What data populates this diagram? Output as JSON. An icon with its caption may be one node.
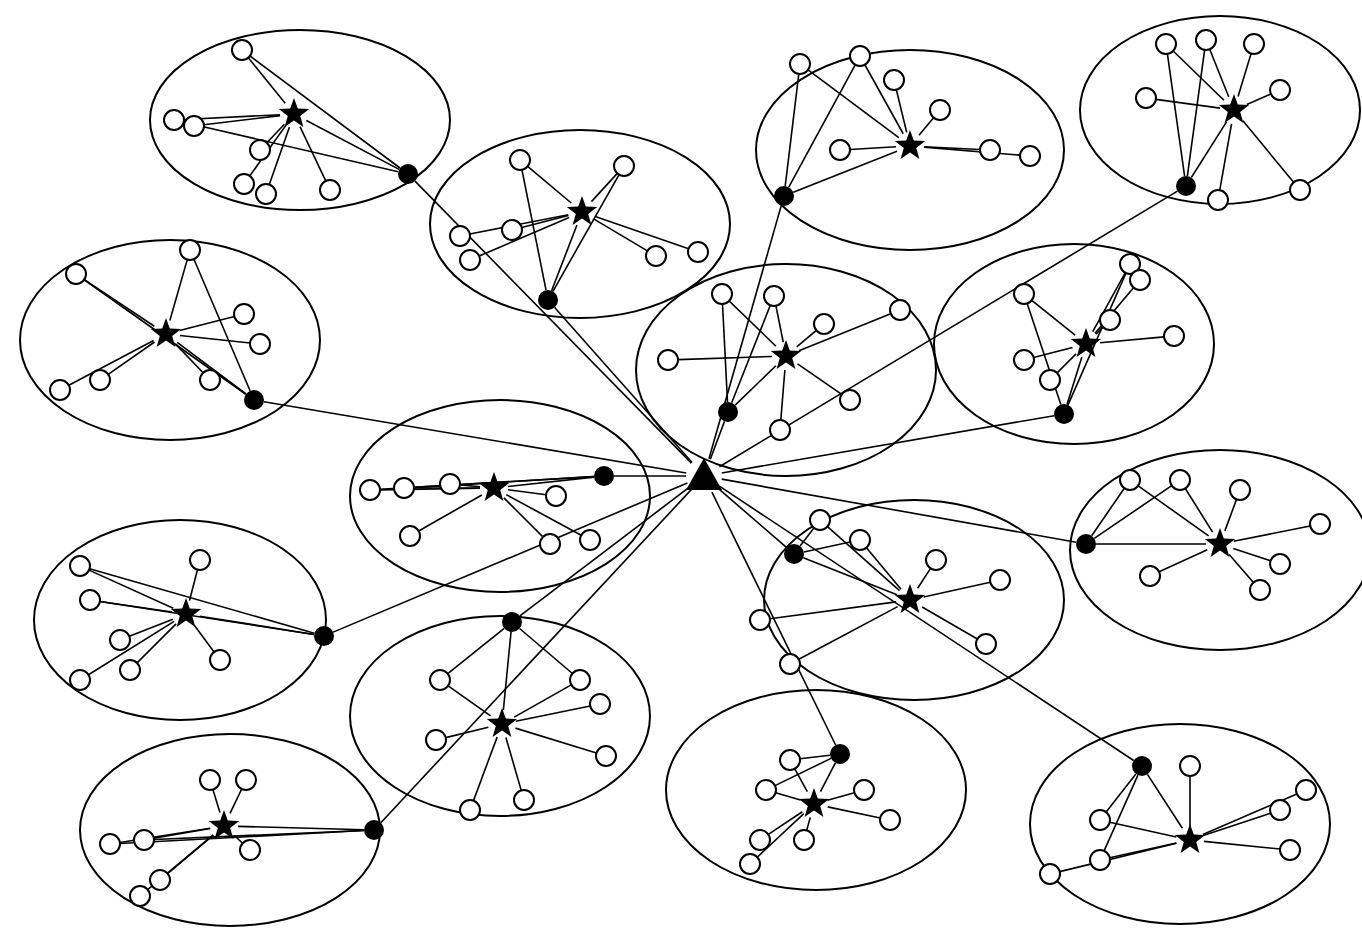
{
  "diagram": {
    "nodes": [
      {
        "text": [],
        "shape": "ellipse"
      },
      {
        "text": [],
        "shape": "star",
        "in": 0
      },
      {
        "text": [],
        "shape": "dot",
        "in": 0
      },
      {
        "text": [],
        "shape": "circle",
        "in": 0
      },
      {
        "text": [],
        "shape": "circle",
        "in": 0
      },
      {
        "text": [],
        "shape": "circle",
        "in": 0
      },
      {
        "text": [],
        "shape": "circle",
        "in": 0
      },
      {
        "text": [],
        "shape": "circle",
        "in": 0
      },
      {
        "text": [],
        "shape": "circle",
        "in": 0
      },
      {
        "text": [],
        "shape": "circle",
        "in": 0
      },
      {
        "text": [],
        "shape": "ellipse"
      },
      {
        "text": [],
        "shape": "star",
        "in": 10
      },
      {
        "text": [],
        "shape": "dot",
        "in": 10
      },
      {
        "text": [],
        "shape": "circle",
        "in": 10
      },
      {
        "text": [],
        "shape": "circle",
        "in": 10
      },
      {
        "text": [],
        "shape": "circle",
        "in": 10
      },
      {
        "text": [],
        "shape": "circle",
        "in": 10
      },
      {
        "text": [],
        "shape": "circle",
        "in": 10
      },
      {
        "text": [],
        "shape": "circle",
        "in": 10
      },
      {
        "text": [],
        "shape": "circle",
        "in": 10
      },
      {
        "text": [],
        "shape": "ellipse"
      },
      {
        "text": [],
        "shape": "star",
        "in": 20
      },
      {
        "text": [],
        "shape": "dot",
        "in": 20
      },
      {
        "text": [],
        "shape": "circle",
        "in": 20
      },
      {
        "text": [],
        "shape": "circle",
        "in": 20
      },
      {
        "text": [],
        "shape": "circle",
        "in": 20
      },
      {
        "text": [],
        "shape": "circle",
        "in": 20
      },
      {
        "text": [],
        "shape": "circle",
        "in": 20
      },
      {
        "text": [],
        "shape": "circle",
        "in": 20
      },
      {
        "text": [],
        "shape": "circle",
        "in": 20
      },
      {
        "text": [],
        "shape": "ellipse"
      },
      {
        "text": [],
        "shape": "star",
        "in": 30
      },
      {
        "text": [],
        "shape": "dot",
        "in": 30
      },
      {
        "text": [],
        "shape": "circle",
        "in": 30
      },
      {
        "text": [],
        "shape": "circle",
        "in": 30
      },
      {
        "text": [],
        "shape": "circle",
        "in": 30
      },
      {
        "text": [],
        "shape": "circle",
        "in": 30
      },
      {
        "text": [],
        "shape": "circle",
        "in": 30
      },
      {
        "text": [],
        "shape": "circle",
        "in": 30
      },
      {
        "text": [],
        "shape": "circle",
        "in": 30
      },
      {
        "text": [],
        "shape": "ellipse"
      },
      {
        "text": [],
        "shape": "star",
        "in": 40
      },
      {
        "text": [],
        "shape": "dot",
        "in": 40
      },
      {
        "text": [],
        "shape": "circle",
        "in": 40
      },
      {
        "text": [],
        "shape": "circle",
        "in": 40
      },
      {
        "text": [],
        "shape": "circle",
        "in": 40
      },
      {
        "text": [],
        "shape": "circle",
        "in": 40
      },
      {
        "text": [],
        "shape": "circle",
        "in": 40
      },
      {
        "text": [],
        "shape": "circle",
        "in": 40
      },
      {
        "text": [],
        "shape": "circle",
        "in": 40
      },
      {
        "text": [],
        "shape": "ellipse"
      },
      {
        "text": [],
        "shape": "star",
        "in": 50
      },
      {
        "text": [],
        "shape": "dot",
        "in": 50
      },
      {
        "text": [],
        "shape": "circle",
        "in": 50
      },
      {
        "text": [],
        "shape": "circle",
        "in": 50
      },
      {
        "text": [],
        "shape": "circle",
        "in": 50
      },
      {
        "text": [],
        "shape": "circle",
        "in": 50
      },
      {
        "text": [],
        "shape": "circle",
        "in": 50
      },
      {
        "text": [],
        "shape": "circle",
        "in": 50
      },
      {
        "text": [],
        "shape": "circle",
        "in": 50
      },
      {
        "text": [],
        "shape": "ellipse"
      },
      {
        "text": [],
        "shape": "star",
        "in": 60
      },
      {
        "text": [],
        "shape": "dot",
        "in": 60
      },
      {
        "text": [],
        "shape": "circle",
        "in": 60
      },
      {
        "text": [],
        "shape": "circle",
        "in": 60
      },
      {
        "text": [],
        "shape": "circle",
        "in": 60
      },
      {
        "text": [],
        "shape": "circle",
        "in": 60
      },
      {
        "text": [],
        "shape": "circle",
        "in": 60
      },
      {
        "text": [],
        "shape": "circle",
        "in": 60
      },
      {
        "text": [],
        "shape": "circle",
        "in": 60
      },
      {
        "text": [],
        "shape": "ellipse"
      },
      {
        "text": [],
        "shape": "star",
        "in": 70
      },
      {
        "text": [],
        "shape": "dot",
        "in": 70
      },
      {
        "text": [],
        "shape": "circle",
        "in": 70
      },
      {
        "text": [],
        "shape": "circle",
        "in": 70
      },
      {
        "text": [],
        "shape": "circle",
        "in": 70
      },
      {
        "text": [],
        "shape": "circle",
        "in": 70
      },
      {
        "text": [],
        "shape": "circle",
        "in": 70
      },
      {
        "text": [],
        "shape": "circle",
        "in": 70
      },
      {
        "text": [],
        "shape": "circle",
        "in": 70
      },
      {
        "text": [],
        "shape": "ellipse"
      },
      {
        "text": [],
        "shape": "star",
        "in": 80
      },
      {
        "text": [],
        "shape": "dot",
        "in": 80
      },
      {
        "text": [],
        "shape": "circle",
        "in": 80
      },
      {
        "text": [],
        "shape": "circle",
        "in": 80
      },
      {
        "text": [],
        "shape": "circle",
        "in": 80
      },
      {
        "text": [],
        "shape": "circle",
        "in": 80
      },
      {
        "text": [],
        "shape": "circle",
        "in": 80
      },
      {
        "text": [],
        "shape": "circle",
        "in": 80
      },
      {
        "text": [],
        "shape": "circle",
        "in": 80
      },
      {
        "text": [],
        "shape": "ellipse"
      },
      {
        "text": [],
        "shape": "star",
        "in": 90
      },
      {
        "text": [],
        "shape": "dot",
        "in": 90
      },
      {
        "text": [],
        "shape": "circle",
        "in": 90
      },
      {
        "text": [],
        "shape": "circle",
        "in": 90
      },
      {
        "text": [],
        "shape": "circle",
        "in": 90
      },
      {
        "text": [],
        "shape": "circle",
        "in": 90
      },
      {
        "text": [],
        "shape": "circle",
        "in": 90
      },
      {
        "text": [],
        "shape": "circle",
        "in": 90
      },
      {
        "text": [],
        "shape": "circle",
        "in": 90
      },
      {
        "text": [],
        "shape": "ellipse"
      },
      {
        "text": [],
        "shape": "star",
        "in": 100
      },
      {
        "text": [],
        "shape": "dot",
        "in": 100
      },
      {
        "text": [],
        "shape": "circle",
        "in": 100
      },
      {
        "text": [],
        "shape": "circle",
        "in": 100
      },
      {
        "text": [],
        "shape": "circle",
        "in": 100
      },
      {
        "text": [],
        "shape": "circle",
        "in": 100
      },
      {
        "text": [],
        "shape": "circle",
        "in": 100
      },
      {
        "text": [],
        "shape": "circle",
        "in": 100
      },
      {
        "text": [],
        "shape": "circle",
        "in": 100
      },
      {
        "text": [],
        "shape": "ellipse"
      },
      {
        "text": [],
        "shape": "star",
        "in": 110
      },
      {
        "text": [],
        "shape": "dot",
        "in": 110
      },
      {
        "text": [],
        "shape": "circle",
        "in": 110
      },
      {
        "text": [],
        "shape": "circle",
        "in": 110
      },
      {
        "text": [],
        "shape": "circle",
        "in": 110
      },
      {
        "text": [],
        "shape": "circle",
        "in": 110
      },
      {
        "text": [],
        "shape": "circle",
        "in": 110
      },
      {
        "text": [],
        "shape": "circle",
        "in": 110
      },
      {
        "text": [],
        "shape": "circle",
        "in": 110
      },
      {
        "text": [],
        "shape": "ellipse"
      },
      {
        "text": [],
        "shape": "star",
        "in": 120
      },
      {
        "text": [],
        "shape": "dot",
        "in": 120
      },
      {
        "text": [],
        "shape": "circle",
        "in": 120
      },
      {
        "text": [],
        "shape": "circle",
        "in": 120
      },
      {
        "text": [],
        "shape": "circle",
        "in": 120
      },
      {
        "text": [],
        "shape": "circle",
        "in": 120
      },
      {
        "text": [],
        "shape": "circle",
        "in": 120
      },
      {
        "text": [],
        "shape": "circle",
        "in": 120
      },
      {
        "text": [],
        "shape": "circle",
        "in": 120
      },
      {
        "text": [],
        "shape": "ellipse"
      },
      {
        "text": [],
        "shape": "star",
        "in": 130
      },
      {
        "text": [],
        "shape": "dot",
        "in": 130
      },
      {
        "text": [],
        "shape": "circle",
        "in": 130
      },
      {
        "text": [],
        "shape": "circle",
        "in": 130
      },
      {
        "text": [],
        "shape": "circle",
        "in": 130
      },
      {
        "text": [],
        "shape": "circle",
        "in": 130
      },
      {
        "text": [],
        "shape": "circle",
        "in": 130
      },
      {
        "text": [],
        "shape": "circle",
        "in": 130
      },
      {
        "text": [],
        "shape": "circle",
        "in": 130
      },
      {
        "text": [],
        "shape": "ellipse"
      },
      {
        "text": [],
        "shape": "star",
        "in": 140
      },
      {
        "text": [],
        "shape": "dot",
        "in": 140
      },
      {
        "text": [],
        "shape": "circle",
        "in": 140
      },
      {
        "text": [],
        "shape": "circle",
        "in": 140
      },
      {
        "text": [],
        "shape": "circle",
        "in": 140
      },
      {
        "text": [],
        "shape": "circle",
        "in": 140
      },
      {
        "text": [],
        "shape": "circle",
        "in": 140
      },
      {
        "text": [],
        "shape": "circle",
        "in": 140
      },
      {
        "text": [],
        "shape": "circle",
        "in": 140
      },
      {
        "text": [],
        "shape": "triangle"
      }
    ],
    "edges": [
      {
        "from": 2,
        "to": 1,
        "arrow": "none"
      },
      {
        "from": 1,
        "to": 3,
        "arrow": "none"
      },
      {
        "from": 1,
        "to": 4,
        "arrow": "none"
      },
      {
        "from": 1,
        "to": 5,
        "arrow": "none"
      },
      {
        "from": 1,
        "to": 6,
        "arrow": "none"
      },
      {
        "from": 1,
        "to": 7,
        "arrow": "none"
      },
      {
        "from": 1,
        "to": 8,
        "arrow": "none"
      },
      {
        "from": 1,
        "to": 9,
        "arrow": "none"
      },
      {
        "from": 2,
        "to": 3,
        "arrow": "none"
      },
      {
        "from": 2,
        "to": 4,
        "arrow": "none"
      },
      {
        "from": 2,
        "to": 150,
        "arrow": "none"
      },
      {
        "from": 12,
        "to": 11,
        "arrow": "none"
      },
      {
        "from": 11,
        "to": 13,
        "arrow": "none"
      },
      {
        "from": 11,
        "to": 14,
        "arrow": "none"
      },
      {
        "from": 11,
        "to": 15,
        "arrow": "none"
      },
      {
        "from": 11,
        "to": 16,
        "arrow": "none"
      },
      {
        "from": 11,
        "to": 17,
        "arrow": "none"
      },
      {
        "from": 11,
        "to": 18,
        "arrow": "none"
      },
      {
        "from": 11,
        "to": 19,
        "arrow": "none"
      },
      {
        "from": 12,
        "to": 13,
        "arrow": "none"
      },
      {
        "from": 12,
        "to": 14,
        "arrow": "none"
      },
      {
        "from": 12,
        "to": 150,
        "arrow": "none"
      },
      {
        "from": 22,
        "to": 21,
        "arrow": "none"
      },
      {
        "from": 21,
        "to": 23,
        "arrow": "none"
      },
      {
        "from": 21,
        "to": 24,
        "arrow": "none"
      },
      {
        "from": 21,
        "to": 25,
        "arrow": "none"
      },
      {
        "from": 21,
        "to": 26,
        "arrow": "none"
      },
      {
        "from": 21,
        "to": 27,
        "arrow": "none"
      },
      {
        "from": 21,
        "to": 28,
        "arrow": "none"
      },
      {
        "from": 21,
        "to": 29,
        "arrow": "none"
      },
      {
        "from": 22,
        "to": 23,
        "arrow": "none"
      },
      {
        "from": 22,
        "to": 24,
        "arrow": "none"
      },
      {
        "from": 22,
        "to": 150,
        "arrow": "none"
      },
      {
        "from": 32,
        "to": 31,
        "arrow": "none"
      },
      {
        "from": 31,
        "to": 33,
        "arrow": "none"
      },
      {
        "from": 31,
        "to": 34,
        "arrow": "none"
      },
      {
        "from": 31,
        "to": 35,
        "arrow": "none"
      },
      {
        "from": 31,
        "to": 36,
        "arrow": "none"
      },
      {
        "from": 31,
        "to": 37,
        "arrow": "none"
      },
      {
        "from": 31,
        "to": 38,
        "arrow": "none"
      },
      {
        "from": 31,
        "to": 39,
        "arrow": "none"
      },
      {
        "from": 32,
        "to": 33,
        "arrow": "none"
      },
      {
        "from": 32,
        "to": 34,
        "arrow": "none"
      },
      {
        "from": 32,
        "to": 150,
        "arrow": "none"
      },
      {
        "from": 42,
        "to": 41,
        "arrow": "none"
      },
      {
        "from": 41,
        "to": 43,
        "arrow": "none"
      },
      {
        "from": 41,
        "to": 44,
        "arrow": "none"
      },
      {
        "from": 41,
        "to": 45,
        "arrow": "none"
      },
      {
        "from": 41,
        "to": 46,
        "arrow": "none"
      },
      {
        "from": 41,
        "to": 47,
        "arrow": "none"
      },
      {
        "from": 41,
        "to": 48,
        "arrow": "none"
      },
      {
        "from": 41,
        "to": 49,
        "arrow": "none"
      },
      {
        "from": 42,
        "to": 43,
        "arrow": "none"
      },
      {
        "from": 42,
        "to": 44,
        "arrow": "none"
      },
      {
        "from": 42,
        "to": 150,
        "arrow": "none"
      },
      {
        "from": 52,
        "to": 51,
        "arrow": "none"
      },
      {
        "from": 51,
        "to": 53,
        "arrow": "none"
      },
      {
        "from": 51,
        "to": 54,
        "arrow": "none"
      },
      {
        "from": 51,
        "to": 55,
        "arrow": "none"
      },
      {
        "from": 51,
        "to": 56,
        "arrow": "none"
      },
      {
        "from": 51,
        "to": 57,
        "arrow": "none"
      },
      {
        "from": 51,
        "to": 58,
        "arrow": "none"
      },
      {
        "from": 51,
        "to": 59,
        "arrow": "none"
      },
      {
        "from": 52,
        "to": 53,
        "arrow": "none"
      },
      {
        "from": 52,
        "to": 54,
        "arrow": "none"
      },
      {
        "from": 52,
        "to": 150,
        "arrow": "none"
      },
      {
        "from": 62,
        "to": 61,
        "arrow": "none"
      },
      {
        "from": 61,
        "to": 63,
        "arrow": "none"
      },
      {
        "from": 61,
        "to": 64,
        "arrow": "none"
      },
      {
        "from": 61,
        "to": 65,
        "arrow": "none"
      },
      {
        "from": 61,
        "to": 66,
        "arrow": "none"
      },
      {
        "from": 61,
        "to": 67,
        "arrow": "none"
      },
      {
        "from": 61,
        "to": 68,
        "arrow": "none"
      },
      {
        "from": 61,
        "to": 69,
        "arrow": "none"
      },
      {
        "from": 62,
        "to": 63,
        "arrow": "none"
      },
      {
        "from": 62,
        "to": 64,
        "arrow": "none"
      },
      {
        "from": 62,
        "to": 150,
        "arrow": "none"
      },
      {
        "from": 72,
        "to": 71,
        "arrow": "none"
      },
      {
        "from": 71,
        "to": 73,
        "arrow": "none"
      },
      {
        "from": 71,
        "to": 74,
        "arrow": "none"
      },
      {
        "from": 71,
        "to": 75,
        "arrow": "none"
      },
      {
        "from": 71,
        "to": 76,
        "arrow": "none"
      },
      {
        "from": 71,
        "to": 77,
        "arrow": "none"
      },
      {
        "from": 71,
        "to": 78,
        "arrow": "none"
      },
      {
        "from": 71,
        "to": 79,
        "arrow": "none"
      },
      {
        "from": 72,
        "to": 73,
        "arrow": "none"
      },
      {
        "from": 72,
        "to": 74,
        "arrow": "none"
      },
      {
        "from": 72,
        "to": 150,
        "arrow": "none"
      },
      {
        "from": 82,
        "to": 81,
        "arrow": "none"
      },
      {
        "from": 81,
        "to": 83,
        "arrow": "none"
      },
      {
        "from": 81,
        "to": 84,
        "arrow": "none"
      },
      {
        "from": 81,
        "to": 85,
        "arrow": "none"
      },
      {
        "from": 81,
        "to": 86,
        "arrow": "none"
      },
      {
        "from": 81,
        "to": 87,
        "arrow": "none"
      },
      {
        "from": 81,
        "to": 88,
        "arrow": "none"
      },
      {
        "from": 81,
        "to": 89,
        "arrow": "none"
      },
      {
        "from": 82,
        "to": 83,
        "arrow": "none"
      },
      {
        "from": 82,
        "to": 84,
        "arrow": "none"
      },
      {
        "from": 82,
        "to": 150,
        "arrow": "none"
      },
      {
        "from": 92,
        "to": 91,
        "arrow": "none"
      },
      {
        "from": 91,
        "to": 93,
        "arrow": "none"
      },
      {
        "from": 91,
        "to": 94,
        "arrow": "none"
      },
      {
        "from": 91,
        "to": 95,
        "arrow": "none"
      },
      {
        "from": 91,
        "to": 96,
        "arrow": "none"
      },
      {
        "from": 91,
        "to": 97,
        "arrow": "none"
      },
      {
        "from": 91,
        "to": 98,
        "arrow": "none"
      },
      {
        "from": 91,
        "to": 99,
        "arrow": "none"
      },
      {
        "from": 92,
        "to": 93,
        "arrow": "none"
      },
      {
        "from": 92,
        "to": 94,
        "arrow": "none"
      },
      {
        "from": 92,
        "to": 150,
        "arrow": "none"
      },
      {
        "from": 102,
        "to": 101,
        "arrow": "none"
      },
      {
        "from": 101,
        "to": 103,
        "arrow": "none"
      },
      {
        "from": 101,
        "to": 104,
        "arrow": "none"
      },
      {
        "from": 101,
        "to": 105,
        "arrow": "none"
      },
      {
        "from": 101,
        "to": 106,
        "arrow": "none"
      },
      {
        "from": 101,
        "to": 107,
        "arrow": "none"
      },
      {
        "from": 101,
        "to": 108,
        "arrow": "none"
      },
      {
        "from": 101,
        "to": 109,
        "arrow": "none"
      },
      {
        "from": 102,
        "to": 103,
        "arrow": "none"
      },
      {
        "from": 102,
        "to": 104,
        "arrow": "none"
      },
      {
        "from": 102,
        "to": 150,
        "arrow": "none"
      },
      {
        "from": 112,
        "to": 111,
        "arrow": "none"
      },
      {
        "from": 111,
        "to": 113,
        "arrow": "none"
      },
      {
        "from": 111,
        "to": 114,
        "arrow": "none"
      },
      {
        "from": 111,
        "to": 115,
        "arrow": "none"
      },
      {
        "from": 111,
        "to": 116,
        "arrow": "none"
      },
      {
        "from": 111,
        "to": 117,
        "arrow": "none"
      },
      {
        "from": 111,
        "to": 118,
        "arrow": "none"
      },
      {
        "from": 111,
        "to": 119,
        "arrow": "none"
      },
      {
        "from": 112,
        "to": 113,
        "arrow": "none"
      },
      {
        "from": 112,
        "to": 114,
        "arrow": "none"
      },
      {
        "from": 112,
        "to": 150,
        "arrow": "none"
      },
      {
        "from": 122,
        "to": 121,
        "arrow": "none"
      },
      {
        "from": 121,
        "to": 123,
        "arrow": "none"
      },
      {
        "from": 121,
        "to": 124,
        "arrow": "none"
      },
      {
        "from": 121,
        "to": 125,
        "arrow": "none"
      },
      {
        "from": 121,
        "to": 126,
        "arrow": "none"
      },
      {
        "from": 121,
        "to": 127,
        "arrow": "none"
      },
      {
        "from": 121,
        "to": 128,
        "arrow": "none"
      },
      {
        "from": 121,
        "to": 129,
        "arrow": "none"
      },
      {
        "from": 122,
        "to": 123,
        "arrow": "none"
      },
      {
        "from": 122,
        "to": 124,
        "arrow": "none"
      },
      {
        "from": 122,
        "to": 150,
        "arrow": "none"
      },
      {
        "from": 132,
        "to": 131,
        "arrow": "none"
      },
      {
        "from": 131,
        "to": 133,
        "arrow": "none"
      },
      {
        "from": 131,
        "to": 134,
        "arrow": "none"
      },
      {
        "from": 131,
        "to": 135,
        "arrow": "none"
      },
      {
        "from": 131,
        "to": 136,
        "arrow": "none"
      },
      {
        "from": 131,
        "to": 137,
        "arrow": "none"
      },
      {
        "from": 131,
        "to": 138,
        "arrow": "none"
      },
      {
        "from": 131,
        "to": 139,
        "arrow": "none"
      },
      {
        "from": 132,
        "to": 133,
        "arrow": "none"
      },
      {
        "from": 132,
        "to": 134,
        "arrow": "none"
      },
      {
        "from": 132,
        "to": 150,
        "arrow": "none"
      },
      {
        "from": 142,
        "to": 141,
        "arrow": "none"
      },
      {
        "from": 141,
        "to": 143,
        "arrow": "none"
      },
      {
        "from": 141,
        "to": 144,
        "arrow": "none"
      },
      {
        "from": 141,
        "to": 145,
        "arrow": "none"
      },
      {
        "from": 141,
        "to": 146,
        "arrow": "none"
      },
      {
        "from": 141,
        "to": 147,
        "arrow": "none"
      },
      {
        "from": 141,
        "to": 148,
        "arrow": "none"
      },
      {
        "from": 141,
        "to": 149,
        "arrow": "none"
      },
      {
        "from": 142,
        "to": 143,
        "arrow": "none"
      },
      {
        "from": 142,
        "to": 144,
        "arrow": "none"
      },
      {
        "from": 142,
        "to": 150,
        "arrow": "none"
      }
    ]
  }
}
